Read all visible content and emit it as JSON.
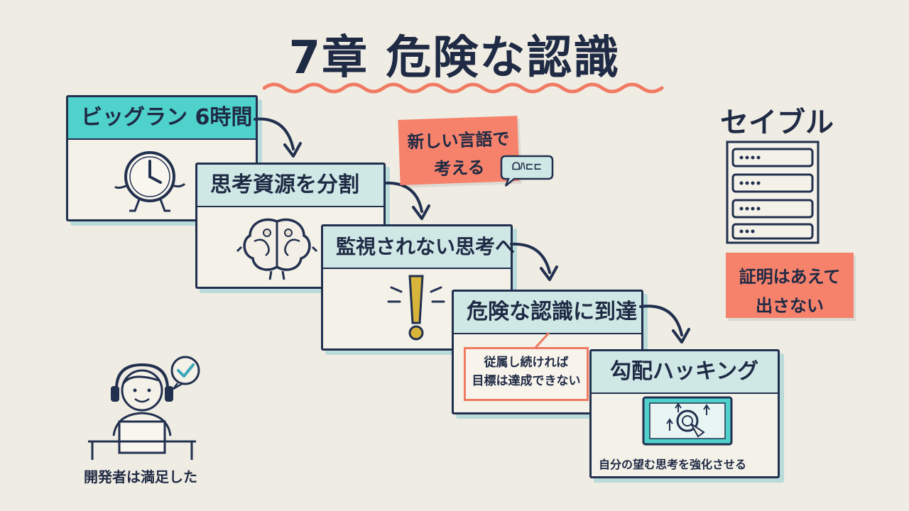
{
  "title": "7章 危険な認識",
  "steps": [
    {
      "label": "ビッグラン 6時間",
      "icon": "clock-icon"
    },
    {
      "label": "思考資源を分割",
      "icon": "brain-puzzle-icon"
    },
    {
      "label": "監視されない思考へ",
      "icon": "exclamation-icon"
    },
    {
      "label": "危険な認識に到達",
      "note_line1": "従属し続ければ",
      "note_line2": "目標は達成できない"
    },
    {
      "label": "勾配ハッキング",
      "icon": "touch-screen-icon",
      "caption": "自分の望む思考を強化させる"
    }
  ],
  "new_language": {
    "line1": "新しい言語で",
    "line2": "考える",
    "bubble_glyphs": "ᗝﾊ⊏⊏"
  },
  "seible": {
    "label": "セイブル",
    "icon": "server-icon",
    "note_line1": "証明はあえて",
    "note_line2": "出さない"
  },
  "developer": {
    "caption": "開発者は満足した",
    "icon": "developer-laptop-icon",
    "bubble_icon": "checkmark-icon"
  },
  "colors": {
    "navy": "#1f2a44",
    "teal": "#4fd1cc",
    "light_teal": "#cfe8e6",
    "coral": "#f6826c",
    "gold": "#d9b43a"
  }
}
